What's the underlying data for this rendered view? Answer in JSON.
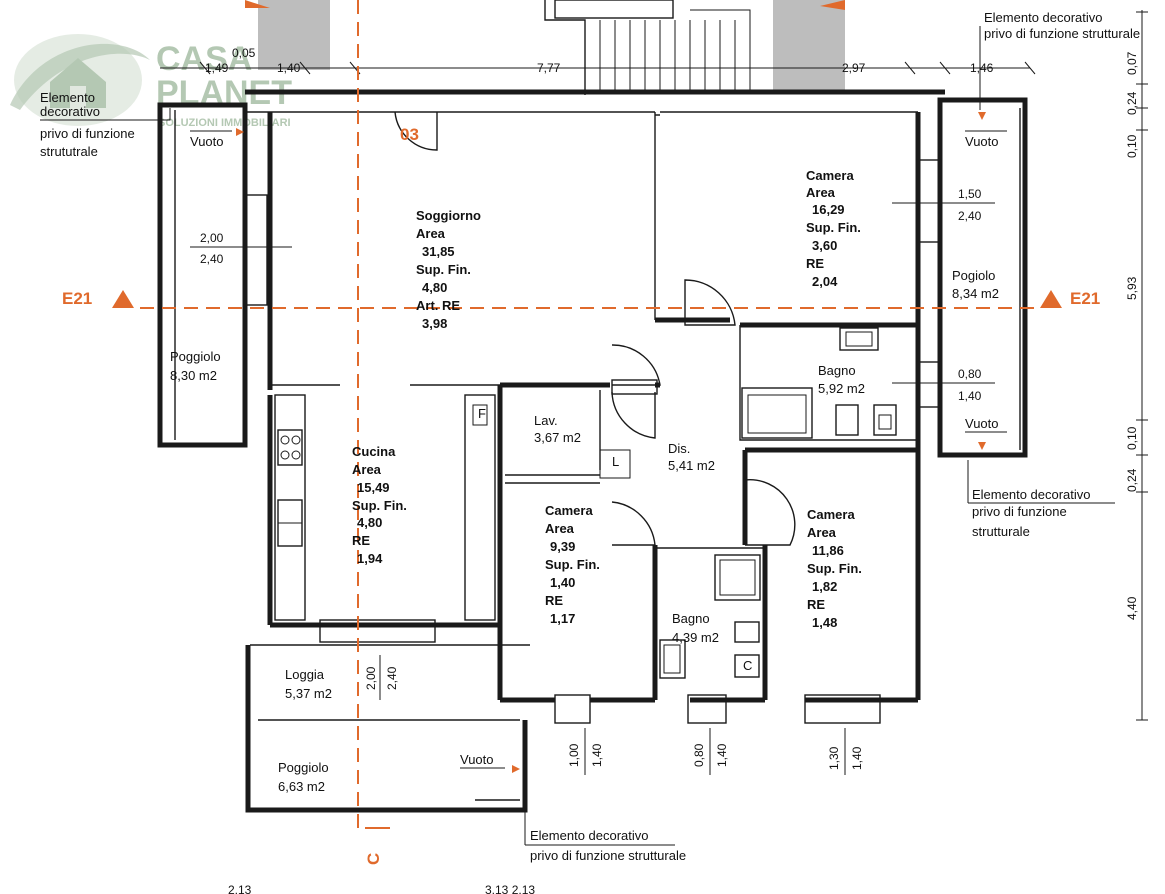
{
  "logo": {
    "line1": "CASA",
    "line2": "PLANET",
    "tagline": "SOLUZIONI IMMOBILIARI"
  },
  "notes": {
    "top_left": [
      "Elemento",
      "decorativo",
      "privo di funzione",
      "strututrale"
    ],
    "top_right": [
      "Elemento decorativo",
      "privo di funzione strutturale"
    ],
    "right_middle": [
      "Elemento decorativo",
      "privo di funzione",
      "strutturale"
    ],
    "bottom": [
      "Elemento decorativo",
      "privo di funzione strutturale"
    ]
  },
  "rooms": {
    "soggiorno": [
      "Soggiorno",
      "Area",
      "31,85",
      "Sup. Fin.",
      "4,80",
      "Art. RE",
      "3,98"
    ],
    "camera_top": [
      "Camera",
      "Area",
      "16,29",
      "Sup. Fin.",
      "3,60",
      "RE",
      "2,04"
    ],
    "cucina": [
      "Cucina",
      "Area",
      "15,49",
      "Sup. Fin.",
      "4,80",
      "RE",
      "1,94"
    ],
    "camera_mid": [
      "Camera",
      "Area",
      "9,39",
      "Sup. Fin.",
      "1,40",
      "RE",
      "1,17"
    ],
    "camera_right": [
      "Camera",
      "Area",
      "11,86",
      "Sup. Fin.",
      "1,82",
      "RE",
      "1,48"
    ],
    "lav": [
      "Lav.",
      "3,67 m2"
    ],
    "dis": [
      "Dis.",
      "5,41 m2"
    ],
    "bagno_top": [
      "Bagno",
      "5,92 m2"
    ],
    "bagno_bottom": [
      "Bagno",
      "4,39 m2"
    ],
    "poggiolo_left": [
      "Poggiolo",
      "8,30 m2"
    ],
    "pogiolo_right": [
      "Pogiolo",
      "8,34 m2"
    ],
    "loggia": [
      "Loggia",
      "5,37 m2"
    ],
    "poggiolo_bottom": [
      "Poggiolo",
      "6,63 m2"
    ]
  },
  "vuoto": "Vuoto",
  "unit_number": "03",
  "section_marks": {
    "e21": "E21",
    "c": "C"
  },
  "dimensions": {
    "top": [
      "0,05",
      "1,49",
      "1,40",
      "7,77",
      "2,97",
      "1,46"
    ],
    "right": [
      "0,07",
      "0,24",
      "0,10",
      "5,93",
      "0,10",
      "0,24",
      "4,40"
    ],
    "windows": {
      "left_top": [
        "2,00",
        "2,40"
      ],
      "right_top": [
        "1,50",
        "2,40"
      ],
      "right_mid": [
        "0,80",
        "1,40"
      ],
      "loggia": [
        "2,00",
        "2,40"
      ],
      "bottom_1": [
        "1,00",
        "1,40"
      ],
      "bottom_2": [
        "0,80",
        "1,40"
      ],
      "bottom_3": [
        "1,30",
        "1,40"
      ]
    },
    "bottom_partial": [
      "2,13",
      "3,13 2,13"
    ]
  },
  "fixtures": {
    "f": "F",
    "l": "L",
    "c": "C"
  },
  "colors": {
    "accent": "#e06a2c",
    "logo": "#a8bfa6",
    "ink": "#1a1a1a"
  }
}
